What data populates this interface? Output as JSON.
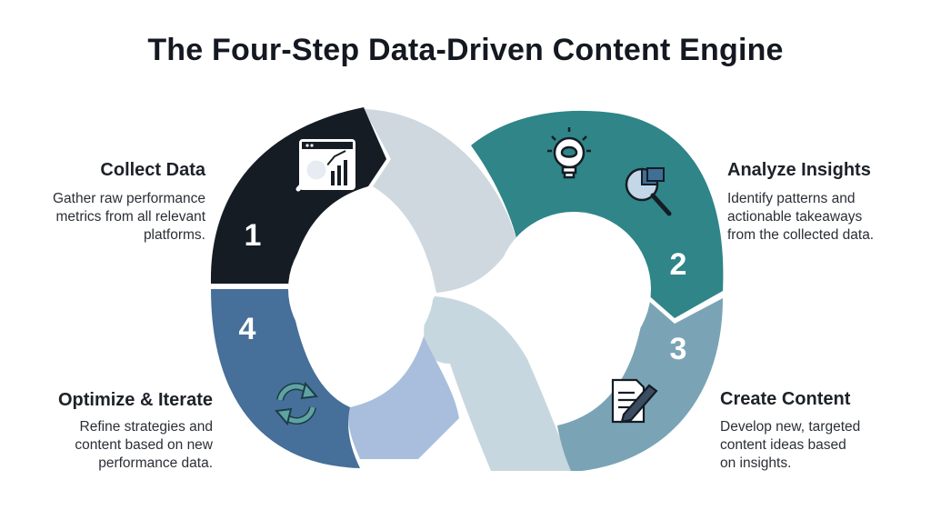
{
  "title": "The Four-Step Data-Driven Content Engine",
  "steps": [
    {
      "number": "1",
      "title": "Collect Data",
      "description": [
        "Gather raw performance",
        "metrics from all relevant",
        "platforms."
      ],
      "icon": "chart-magnifier-icon",
      "color": "#151c24"
    },
    {
      "number": "2",
      "title": "Analyze Insights",
      "description": [
        "Identify patterns and",
        "actionable takeaways",
        "from the collected data."
      ],
      "icon": "lightbulb-brain-icon",
      "color": "#2f8588"
    },
    {
      "number": "3",
      "title": "Create Content",
      "description": [
        "Develop new, targeted",
        "content ideas based",
        "on insights."
      ],
      "icon": "document-pen-icon",
      "color": "#7aa4b6"
    },
    {
      "number": "4",
      "title": "Optimize & Iterate",
      "description": [
        "Refine strategies and",
        "content based on new",
        "performance data."
      ],
      "icon": "refresh-cycle-icon",
      "color": "#466f99"
    }
  ],
  "connector_colors": {
    "upper": "#cfd8df",
    "lower": "#b4cad7",
    "lower_left": "#a9bedc"
  }
}
